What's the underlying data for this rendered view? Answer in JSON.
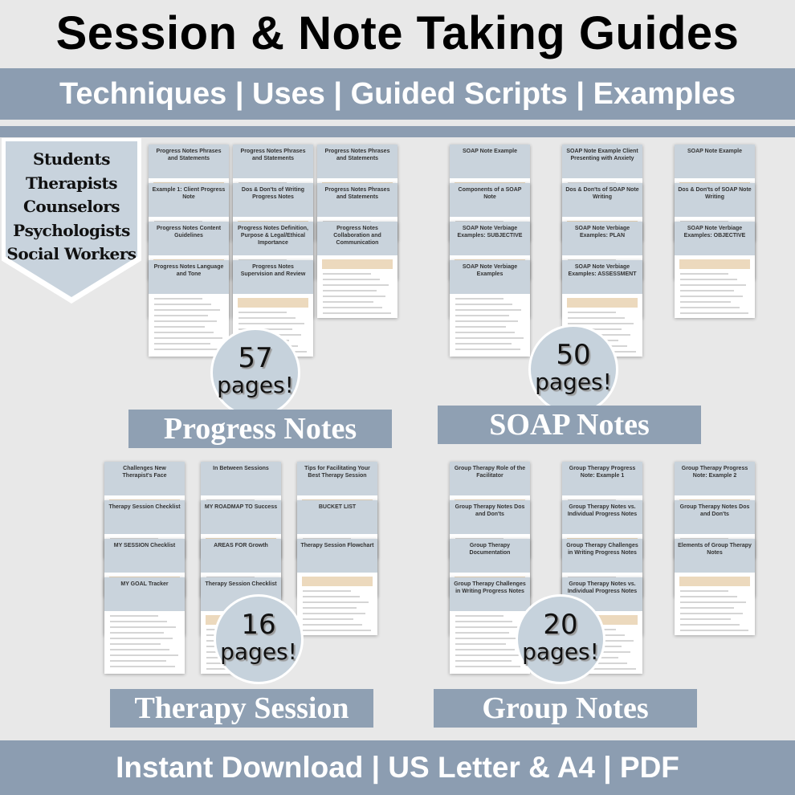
{
  "header": {
    "title": "Session & Note Taking Guides",
    "subtitle": "Techniques | Uses | Guided Scripts | Examples"
  },
  "audience": [
    "Students",
    "Therapists",
    "Counselors",
    "Psychologists",
    "Social Workers"
  ],
  "sections": [
    {
      "label": "Progress Notes",
      "count": "57",
      "count_suffix": "pages!",
      "pages": [
        "Progress Notes Phrases and Statements",
        "Progress Notes Phrases and Statements",
        "Progress Notes Phrases and Statements",
        "Example 1: Client Progress Note",
        "Dos & Don'ts of Writing Progress Notes",
        "Progress Notes Phrases and Statements",
        "Progress Notes Content Guidelines",
        "Progress Notes Definition, Purpose & Legal/Ethical Importance",
        "Progress Notes Collaboration and Communication",
        "Progress Notes Language and Tone",
        "Progress Notes Supervision and Review"
      ]
    },
    {
      "label": "SOAP Notes",
      "count": "50",
      "count_suffix": "pages!",
      "pages": [
        "SOAP Note Example",
        "SOAP Note Example Client Presenting with Anxiety",
        "SOAP Note Example",
        "Components of a SOAP Note",
        "Dos & Don'ts of SOAP Note Writing",
        "Dos & Don'ts of SOAP Note Writing",
        "SOAP Note Verbiage Examples: SUBJECTIVE",
        "SOAP Note Verbiage Examples: PLAN",
        "SOAP Note Verbiage Examples: OBJECTIVE",
        "SOAP Note Verbiage Examples",
        "SOAP Note Verbiage Examples: ASSESSMENT"
      ]
    },
    {
      "label": "Therapy Session",
      "count": "16",
      "count_suffix": "pages!",
      "pages": [
        "Challenges New Therapist's Face",
        "In Between Sessions",
        "Tips for Facilitating Your Best Therapy Session",
        "Therapy Session Checklist",
        "MY ROADMAP TO Success",
        "BUCKET LIST",
        "MY SESSION Checklist",
        "AREAS FOR Growth",
        "Therapy Session Flowchart",
        "MY GOAL Tracker",
        "Therapy Session Checklist"
      ]
    },
    {
      "label": "Group Notes",
      "count": "20",
      "count_suffix": "pages!",
      "pages": [
        "Group Therapy Role of the Facilitator",
        "Group Therapy Progress Note: Example 1",
        "Group Therapy Progress Note: Example 2",
        "Group Therapy Notes Dos and Don'ts",
        "Group Therapy Notes vs. Individual Progress Notes",
        "Group Therapy Notes Dos and Don'ts",
        "Group Therapy Documentation",
        "Group Therapy Challenges in Writing Progress Notes",
        "Elements of Group Therapy Notes",
        "Group Therapy Challenges in Writing Progress Notes",
        "Group Therapy Notes vs. Individual Progress Notes"
      ]
    }
  ],
  "footer": {
    "text": "Instant Download | US Letter & A4 | PDF"
  },
  "colors": {
    "banner": "#8c9db1",
    "label": "#8fa0b3",
    "circle": "#c6d2dc",
    "tag": "#c8d3dd",
    "highlight": "#ecd9bd"
  }
}
